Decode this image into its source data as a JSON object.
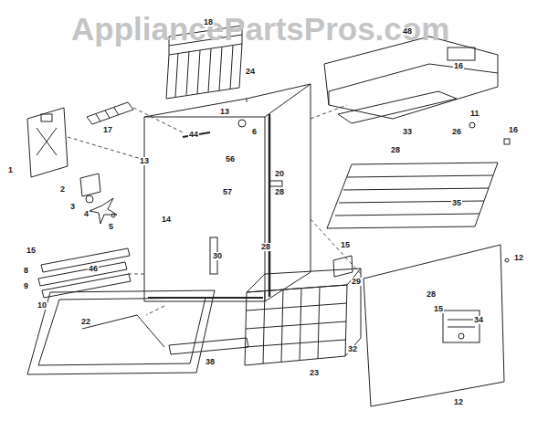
{
  "diagram": {
    "labels": [
      "AppliancePartsPros.com",
      "18",
      "17",
      "24",
      "16",
      "48",
      "13",
      "44",
      "6",
      "11",
      "1",
      "13",
      "56",
      "33",
      "26",
      "16",
      "28",
      "20",
      "57",
      "2",
      "28",
      "3",
      "4",
      "5",
      "35",
      "14",
      "30",
      "28",
      "15",
      "15",
      "12",
      "8",
      "9",
      "10",
      "46",
      "29",
      "28",
      "15",
      "34",
      "22",
      "32",
      "38",
      "23",
      "12"
    ]
  }
}
